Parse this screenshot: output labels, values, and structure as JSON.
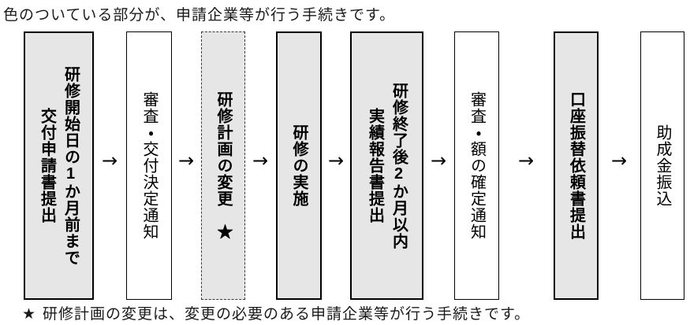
{
  "header": {
    "note": "色のついている部分が、申請企業等が行う手続きです。"
  },
  "flow": {
    "arrow_glyph": "→",
    "boxes": [
      {
        "lines": [
          "研修開始日の1か月前まで",
          "交付申請書提出"
        ],
        "variant": "shaded"
      },
      {
        "lines": [
          "審査・交付決定通知"
        ],
        "variant": "plain"
      },
      {
        "lines": [
          "研修計画の変更　★"
        ],
        "variant": "shaded-dashed"
      },
      {
        "lines": [
          "研修の実施"
        ],
        "variant": "shaded"
      },
      {
        "lines": [
          "研修終了後2か月以内",
          "実績報告書提出"
        ],
        "variant": "shaded"
      },
      {
        "lines": [
          "審査・額の確定通知"
        ],
        "variant": "plain"
      },
      {
        "lines": [
          "口座振替依頼書提出"
        ],
        "variant": "shaded"
      },
      {
        "lines": [
          "助成金振込"
        ],
        "variant": "plain"
      }
    ]
  },
  "footer": {
    "marker": "★",
    "note": "研修計画の変更は、変更の必要のある申請企業等が行う手続きです。"
  },
  "colors": {
    "shaded_fill": "#e6e6e6",
    "border": "#000000",
    "background": "#ffffff"
  }
}
